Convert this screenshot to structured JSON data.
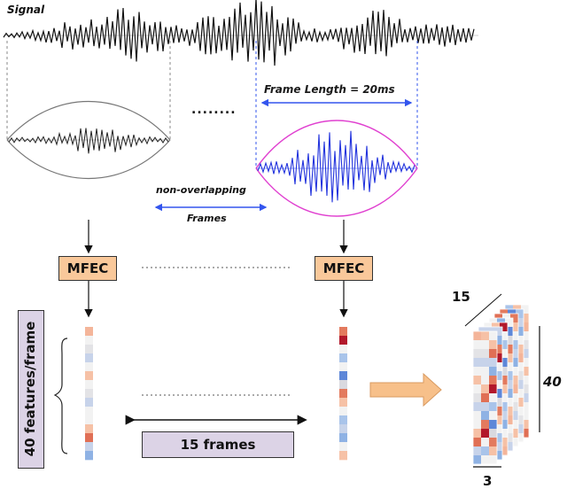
{
  "labels": {
    "signal": "Signal",
    "frame_length": "Frame Length = 20ms",
    "non_overlapping": "non-overlapping",
    "frames": "Frames",
    "ellipsis": "........",
    "mfec": "MFEC",
    "features_per_frame": "40 features/frame",
    "num_frames": "15 frames",
    "dim_frames": "15",
    "dim_features": "40",
    "dim_channels": "3"
  },
  "colors": {
    "box_mfec": "#f9c89a",
    "box_purple": "#dcd3e6",
    "signal_black": "#111111",
    "signal_blue": "#2233dd",
    "window_pink": "#e040d0",
    "arrow_blue": "#3355ee",
    "big_arrow": "#f7c08a"
  },
  "feature_column_left": [
    "#f4b59a",
    "#f2f2f2",
    "#e3e3e6",
    "#c7d3ea",
    "#f2f2f2",
    "#f6c1a6",
    "#f2f2f2",
    "#e3e3e6",
    "#c7d3ea",
    "#f2f2f2",
    "#f2f2f2",
    "#f6c1a6",
    "#e06f55",
    "#c7d3ea",
    "#8fb2e4"
  ],
  "feature_column_right": [
    "#e37a5e",
    "#b2182b",
    "#f2f2f2",
    "#a9c4ea",
    "#f2f2f2",
    "#5e87d8",
    "#d9d9df",
    "#e37a5e",
    "#f6c1a6",
    "#f2f2f2",
    "#a9c4ea",
    "#c7d3ea",
    "#8fb2e4",
    "#f2f2f2",
    "#f6c1a6"
  ]
}
